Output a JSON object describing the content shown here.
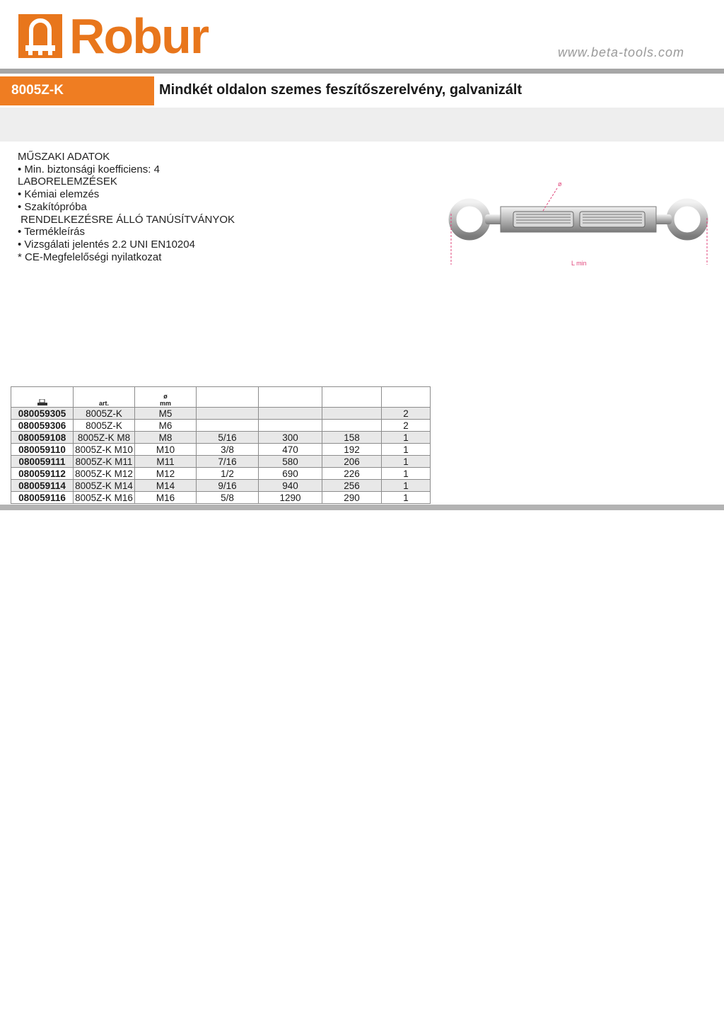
{
  "brand": {
    "logo_text": "Robur",
    "website": "www.beta-tools.com",
    "accent_color": "#ef7d22"
  },
  "product": {
    "code": "8005Z-K",
    "title": "Mindkét oldalon szemes  feszítőszerelvény, galvanizált"
  },
  "specs": [
    "MŰSZAKI ADATOK",
    "• Min. biztonsági koefficiens: 4",
    "LABORELEMZÉSEK",
    "• Kémiai elemzés",
    "• Szakítópróba",
    " RENDELKEZÉSRE ÁLLÓ TANÚSÍTVÁNYOK",
    "• Termékleírás",
    "• Vizsgálati jelentés 2.2 UNI EN10204",
    "* CE-Megfelelőségi nyilatkozat"
  ],
  "diagram": {
    "diameter_label": "ø",
    "length_label": "L min"
  },
  "table": {
    "headers": [
      "",
      "art.",
      "ø mm",
      "",
      "",
      "",
      ""
    ],
    "rows": [
      [
        "080059305",
        "8005Z-K",
        "M5",
        "",
        "",
        "",
        "2"
      ],
      [
        "080059306",
        "8005Z-K",
        "M6",
        "",
        "",
        "",
        "2"
      ],
      [
        "080059108",
        "8005Z-K M8",
        "M8",
        "5/16",
        "300",
        "158",
        "1"
      ],
      [
        "080059110",
        "8005Z-K M10",
        "M10",
        "3/8",
        "470",
        "192",
        "1"
      ],
      [
        "080059111",
        "8005Z-K M11",
        "M11",
        "7/16",
        "580",
        "206",
        "1"
      ],
      [
        "080059112",
        "8005Z-K M12",
        "M12",
        "1/2",
        "690",
        "226",
        "1"
      ],
      [
        "080059114",
        "8005Z-K M14",
        "M14",
        "9/16",
        "940",
        "256",
        "1"
      ],
      [
        "080059116",
        "8005Z-K M16",
        "M16",
        "5/8",
        "1290",
        "290",
        "1"
      ]
    ]
  }
}
